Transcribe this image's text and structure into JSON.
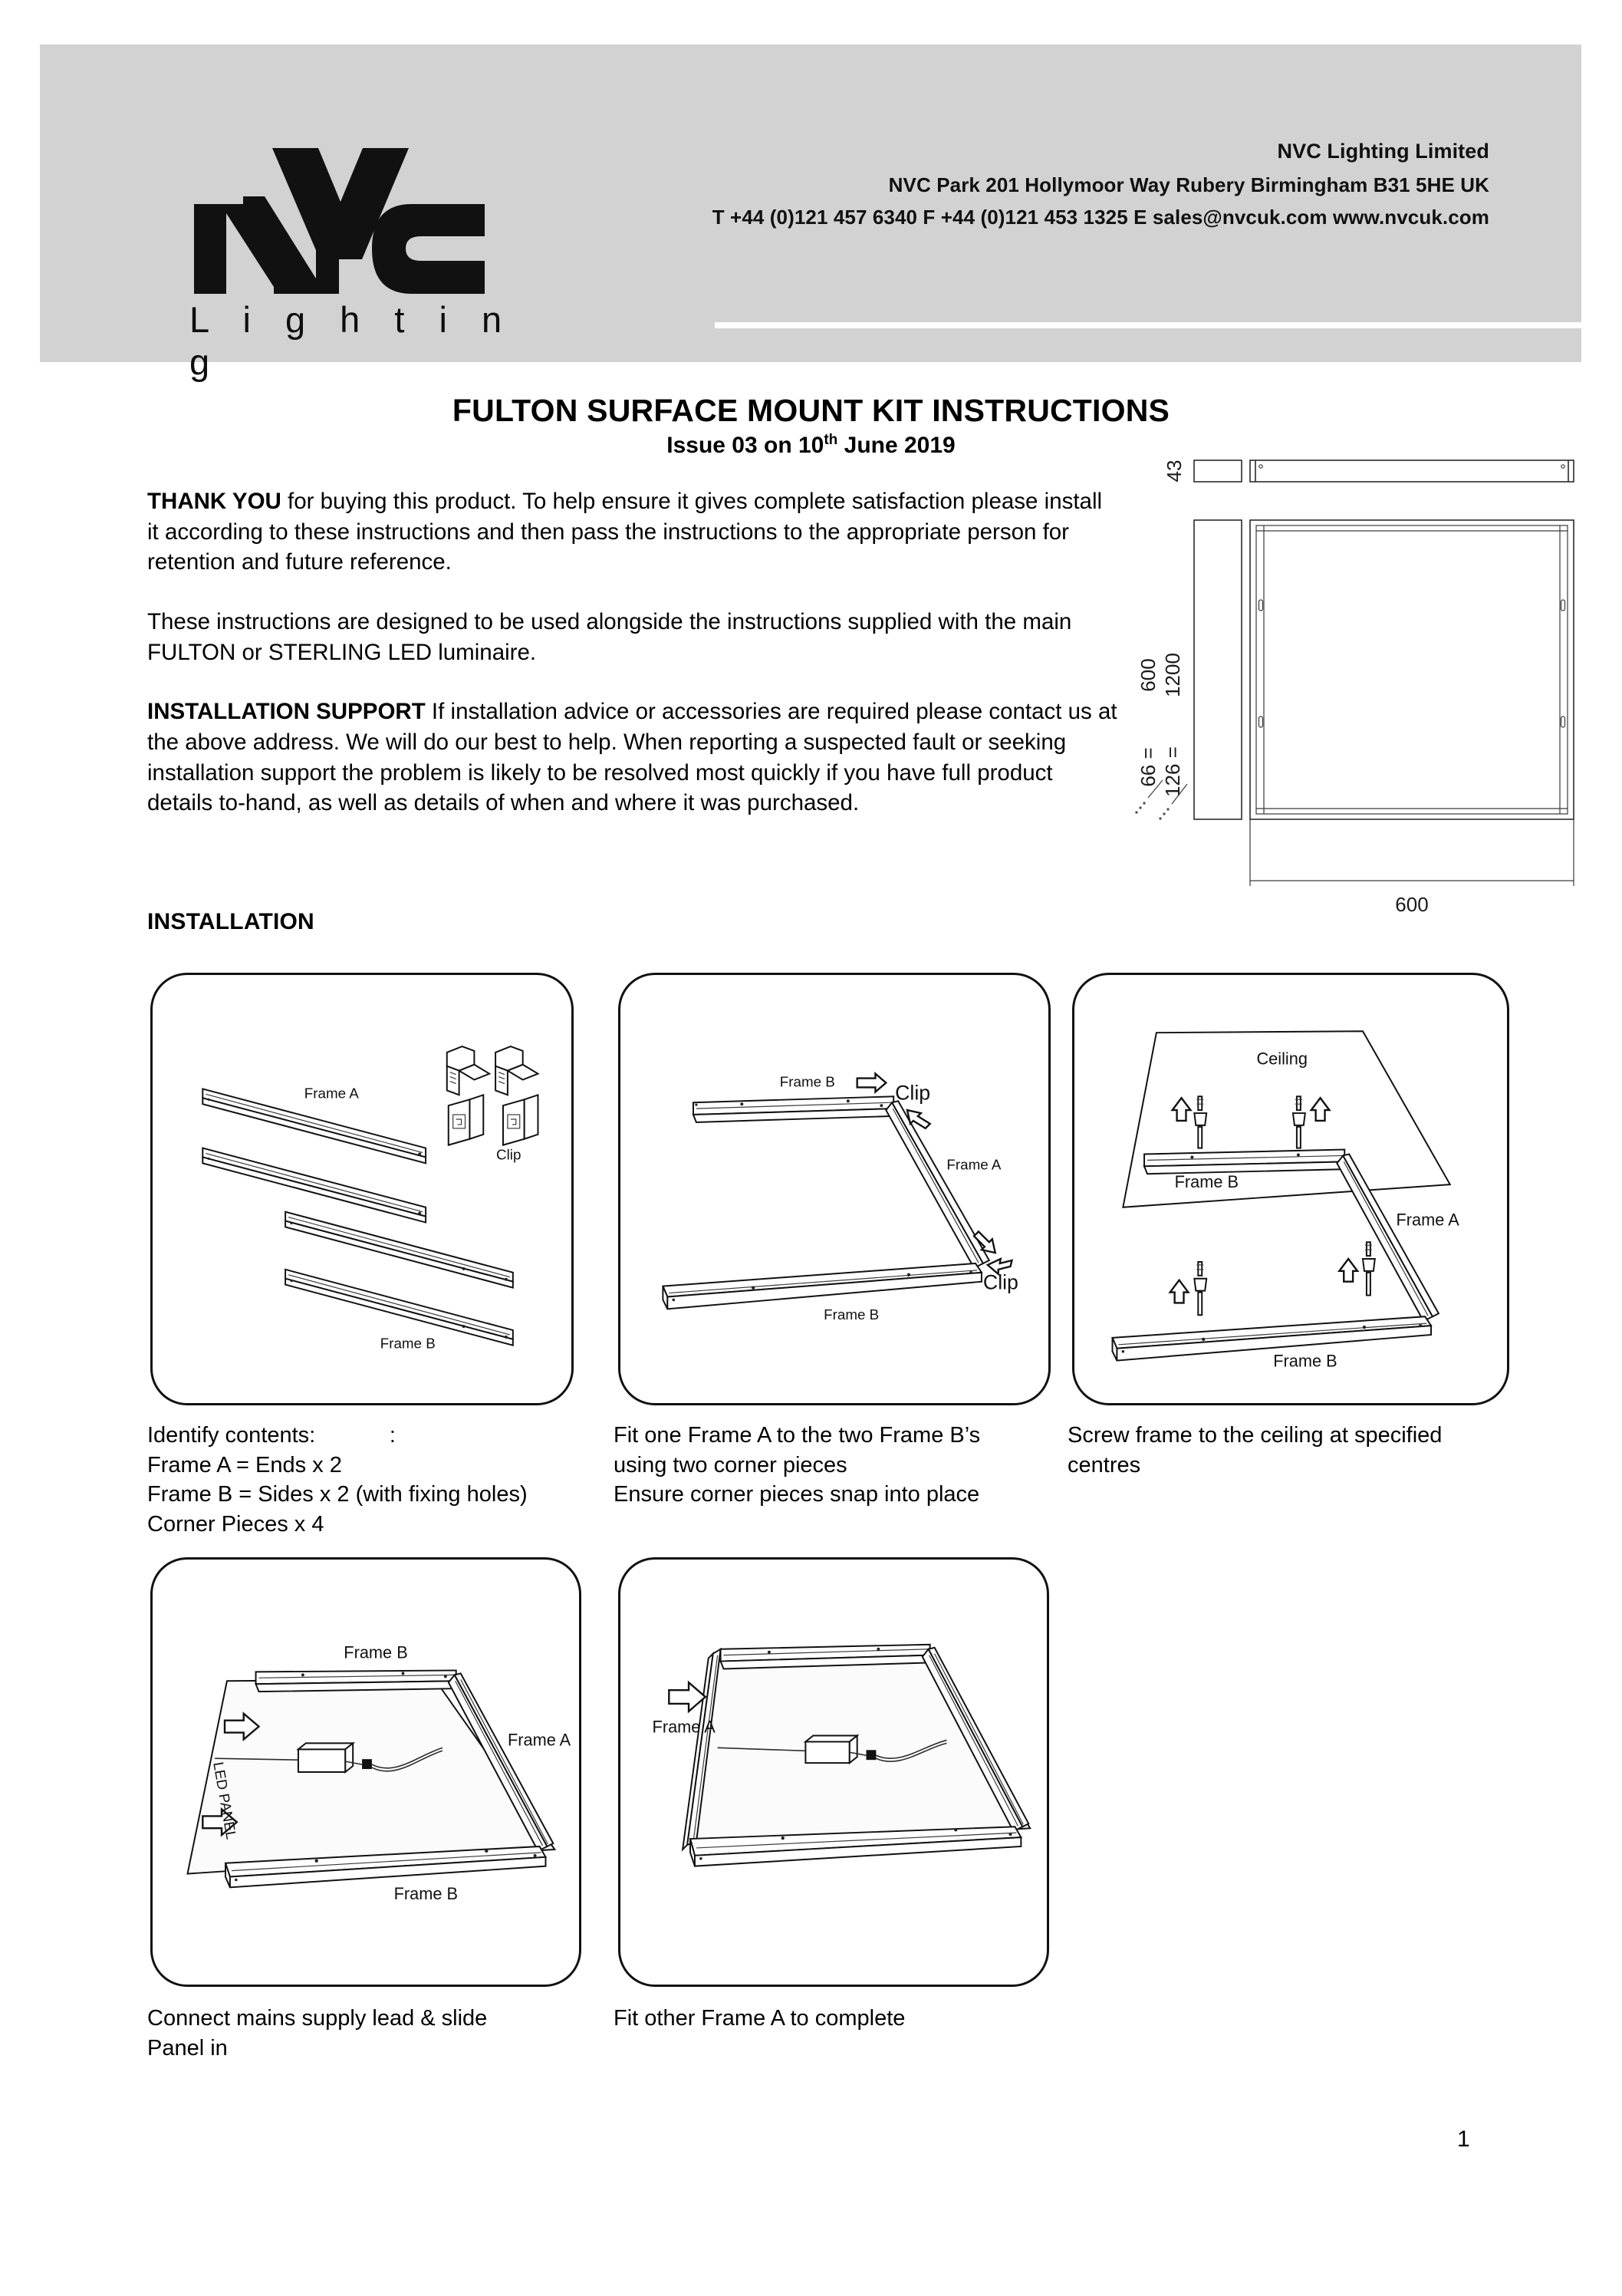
{
  "header": {
    "logo_text": "L i g h t i n g",
    "logo_icon": "nvc-logo-icon",
    "company_name": "NVC Lighting Limited",
    "company_address": "NVC Park 201  Hollymoor Way  Rubery  Birmingham  B31 5HE  UK",
    "company_contact": "T +44 (0)121 457 6340  F +44 (0)121 453 1325  E sales@nvcuk.com  www.nvcuk.com",
    "band_color": "#d2d2d2"
  },
  "title": {
    "main": "FULTON SURFACE MOUNT KIT INSTRUCTIONS",
    "issue_prefix": "Issue 03 on 10",
    "issue_sup": "th",
    "issue_suffix": " June 2019"
  },
  "intro": {
    "p1_bold": "THANK YOU",
    "p1_text": " for buying this product.  To help ensure it gives complete satisfaction please install it according to these instructions and then pass the instructions to the appropriate person for retention and future reference.",
    "p2_text": "These instructions are designed to be used alongside the instructions supplied with the main FULTON or STERLING LED luminaire.",
    "p3_bold": "INSTALLATION SUPPORT",
    "p3_text": " If installation advice or accessories are required please contact us at the above address.  We will do our best to help. When reporting a suspected fault or seeking installation support the problem is likely to be resolved most quickly if you have full product details to-hand, as well as details of when and where it was purchased."
  },
  "tech_drawing": {
    "depth": "43",
    "height_dim_a": "600",
    "height_dim_b": "1200",
    "height_prefix_a": "66 =",
    "height_prefix_b": "126 =",
    "width_dim": "600"
  },
  "install_heading": "INSTALLATION",
  "panels": [
    {
      "id": "panel-1",
      "labels": {
        "frame_a": "Frame A",
        "frame_b": "Frame B",
        "clip": "Clip"
      },
      "caption": [
        "Identify contents:            :",
        "Frame A = Ends x 2",
        "Frame B = Sides x 2 (with fixing holes)",
        "Corner Pieces x 4"
      ]
    },
    {
      "id": "panel-2",
      "labels": {
        "frame_a": "Frame A",
        "frame_b_top": "Frame B",
        "frame_b_bottom": "Frame B",
        "clip_top": "Clip",
        "clip_bottom": "Clip"
      },
      "caption": [
        "Fit one Frame A to the two Frame B’s",
        "using two corner pieces",
        "Ensure corner pieces snap into place"
      ]
    },
    {
      "id": "panel-3",
      "labels": {
        "ceiling": "Ceiling",
        "frame_a": "Frame A",
        "frame_b_top": "Frame B",
        "frame_b_bottom": "Frame B"
      },
      "caption": [
        "Screw frame to the ceiling at specified",
        "centres"
      ]
    },
    {
      "id": "panel-4",
      "labels": {
        "frame_a": "Frame A",
        "frame_b_top": "Frame B",
        "frame_b_bottom": "Frame B",
        "led_panel": "LED PANEL"
      },
      "caption": [
        "Connect mains supply lead & slide",
        "Panel in"
      ]
    },
    {
      "id": "panel-5",
      "labels": {
        "frame_a": "Frame A"
      },
      "caption": [
        "Fit other Frame A to complete"
      ]
    }
  ],
  "footer": {
    "page_number": "1"
  }
}
